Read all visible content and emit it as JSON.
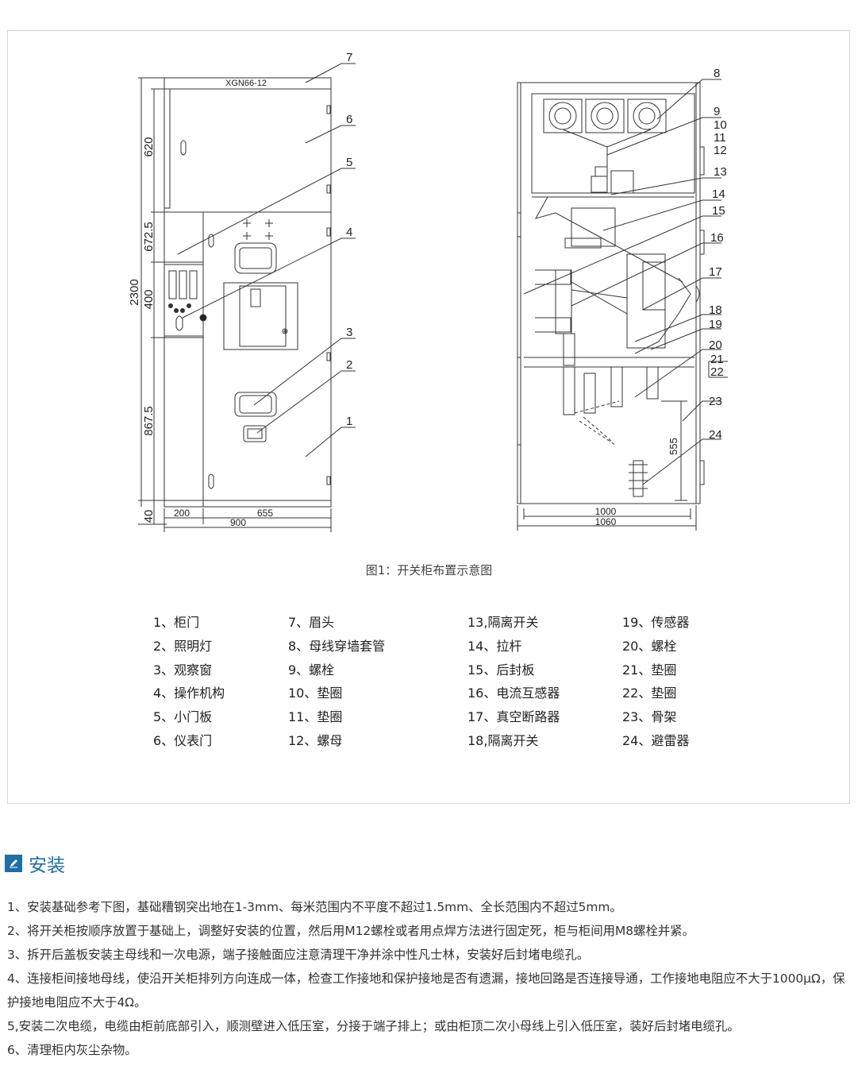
{
  "diagram": {
    "model": "XGN66-12",
    "front_dims": {
      "h620": "620",
      "h672": "672.5",
      "h400": "400",
      "h867": "867.5",
      "h40": "40",
      "h2300": "2300",
      "w200": "200",
      "w655": "655",
      "w900": "900"
    },
    "side_dims": {
      "d555": "555",
      "w1000": "1000",
      "w1060": "1060"
    },
    "callouts": [
      "1",
      "2",
      "3",
      "4",
      "5",
      "6",
      "7",
      "8",
      "9",
      "10",
      "11",
      "12",
      "13",
      "14",
      "15",
      "16",
      "17",
      "18",
      "19",
      "20",
      "21",
      "22",
      "23",
      "24"
    ]
  },
  "caption": "图1：开关柜布置示意图",
  "legend": {
    "col1": [
      "1、柜门",
      "2、照明灯",
      "3、观察窗",
      "4、操作机构",
      "5、小门板",
      "6、仪表门"
    ],
    "col2": [
      "7、眉头",
      "8、母线穿墙套管",
      "9、螺栓",
      "10、垫圈",
      "11、垫圈",
      "12、螺母"
    ],
    "col3": [
      "13,隔离开关",
      "14、拉杆",
      "15、后封板",
      "16、电流互感器",
      "17、真空断路器",
      "18,隔离开关"
    ],
    "col4": [
      "19、传感器",
      "20、螺栓",
      "21、垫圈",
      "22、垫圈",
      "23、骨架",
      "24、避雷器"
    ]
  },
  "section": {
    "title": "安装",
    "icon": "pencil-icon",
    "accent": "#1d6fa5",
    "steps": [
      "1、安装基础参考下图，基础糟钢突出地在1-3mm、每米范围内不平度不超过1.5mm、全长范围内不超过5mm。",
      "2、将开关柜按顺序放置于基础上，调整好安装的位置，然后用M12螺栓或者用点焊方法进行固定死，柜与柜间用M8螺栓并紧。",
      "3、拆开后盖板安装主母线和一次电源，端子接触面应注意清理干净并涂中性凡士林，安装好后封堵电缆孔。",
      "4、连接柜间接地母线，使沿开关柜排列方向连成一体，检查工作接地和保护接地是否有遗漏，接地回路是否连接导通，工作接地电阻应不大于1000μΩ，保护接地电阻应不大于4Ω。",
      "5,安装二次电缆，电缆由柜前底部引入，顺测壁进入低压室，分接于端子排上；或由柜顶二次小母线上引入低压室，装好后封堵电缆孔。",
      "6、清理柜内灰尘杂物。"
    ]
  }
}
